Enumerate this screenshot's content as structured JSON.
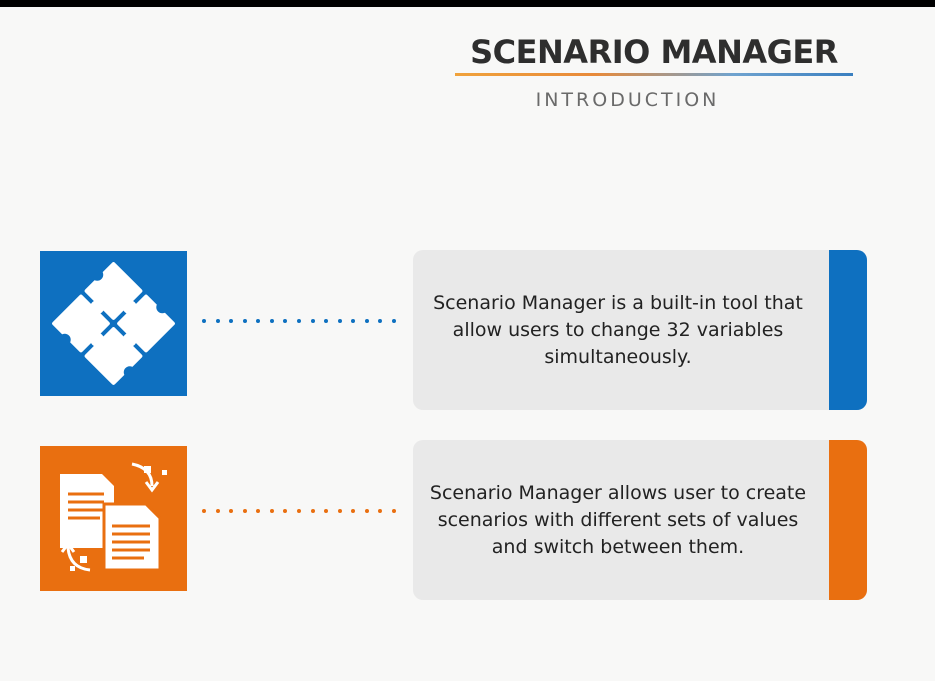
{
  "header": {
    "title": "SCENARIO MANAGER",
    "subtitle": "INTRODUCTION"
  },
  "colors": {
    "blue": "#0e70c0",
    "orange": "#e96f10",
    "card_bg": "#e9e9e9"
  },
  "items": [
    {
      "icon": "puzzle-icon",
      "text": "Scenario Manager is a built-in tool that allow users to change 32 variables simultaneously."
    },
    {
      "icon": "documents-swap-icon",
      "text": "Scenario Manager allows user to create scenarios with different sets of values and switch between them."
    }
  ]
}
